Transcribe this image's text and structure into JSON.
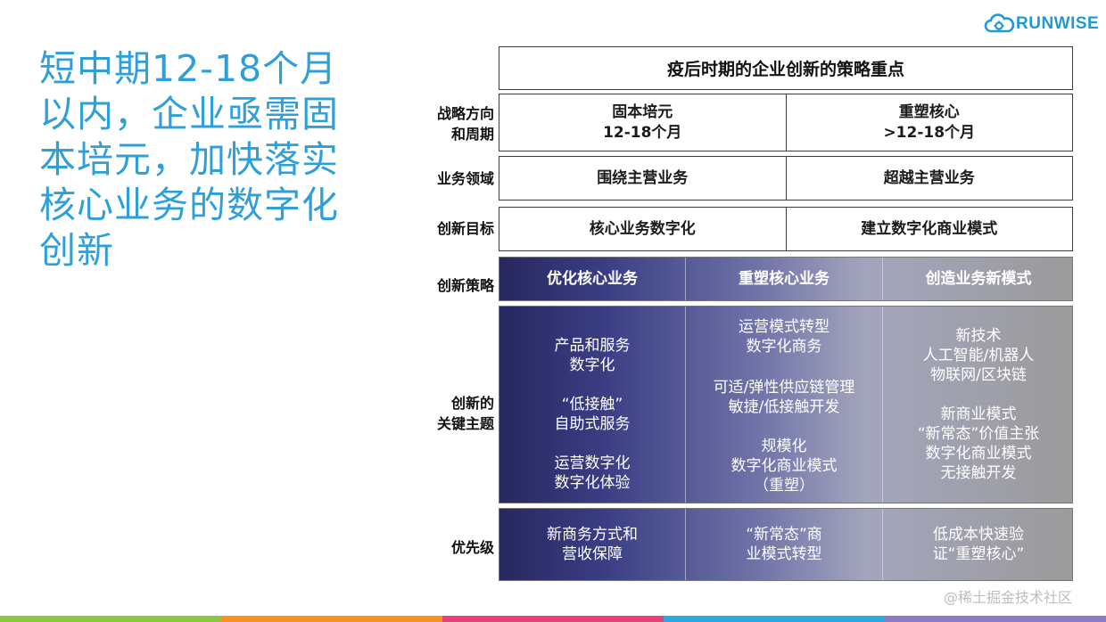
{
  "headline": "短中期12-18个月以内，企业亟需固本培元，加快落实核心业务的数字化创新",
  "logo": {
    "text": "RUNWISE",
    "icon": "cloud-gear-icon",
    "color": "#1e9ad6"
  },
  "table": {
    "title": "疫后时期的企业创新的策略重点",
    "rows": {
      "direction": {
        "label": [
          "战略方向",
          "和周期"
        ],
        "left": [
          "固本培元",
          "12-18个月"
        ],
        "right": [
          "重塑核心",
          ">12-18个月"
        ]
      },
      "domain": {
        "label": [
          "业务领域"
        ],
        "left": "围绕主营业务",
        "right": "超越主营业务"
      },
      "goal": {
        "label": [
          "创新目标"
        ],
        "left": "核心业务数字化",
        "right": "建立数字化商业模式"
      },
      "strategy": {
        "label": [
          "创新策略"
        ],
        "cols": [
          "优化核心业务",
          "重塑核心业务",
          "创造业务新模式"
        ]
      },
      "themes": {
        "label": [
          "创新的",
          "关键主题"
        ],
        "col1": [
          "产品和服务",
          "数字化",
          "",
          "“低接触”",
          "自助式服务",
          "",
          "运营数字化",
          "数字化体验"
        ],
        "col2": [
          "运营模式转型",
          "数字化商务",
          "",
          "可适/弹性供应链管理",
          "敏捷/低接触开发",
          "",
          "规模化",
          "数字化商业模式",
          "（重塑）"
        ],
        "col3": [
          "新技术",
          "人工智能/机器人",
          "物联网/区块链",
          "",
          "新商业模式",
          "“新常态”价值主张",
          "数字化商业模式",
          "无接触开发"
        ]
      },
      "priority": {
        "label": [
          "优先级"
        ],
        "col1": [
          "新商务方式和",
          "营收保障"
        ],
        "col2": [
          "“新常态”商",
          "业模式转型"
        ],
        "col3": [
          "低成本快速验",
          "证“重塑核心”"
        ]
      }
    }
  },
  "watermark": "@稀土掘金技术社区",
  "colors": {
    "headline": "#2f9fd8",
    "gradient_start": "#27285f",
    "gradient_end": "#9b9b9b"
  },
  "footer_colors": [
    "#8cc63f",
    "#f7931e",
    "#e8407a",
    "#29abe2",
    "#8e7cc3"
  ]
}
